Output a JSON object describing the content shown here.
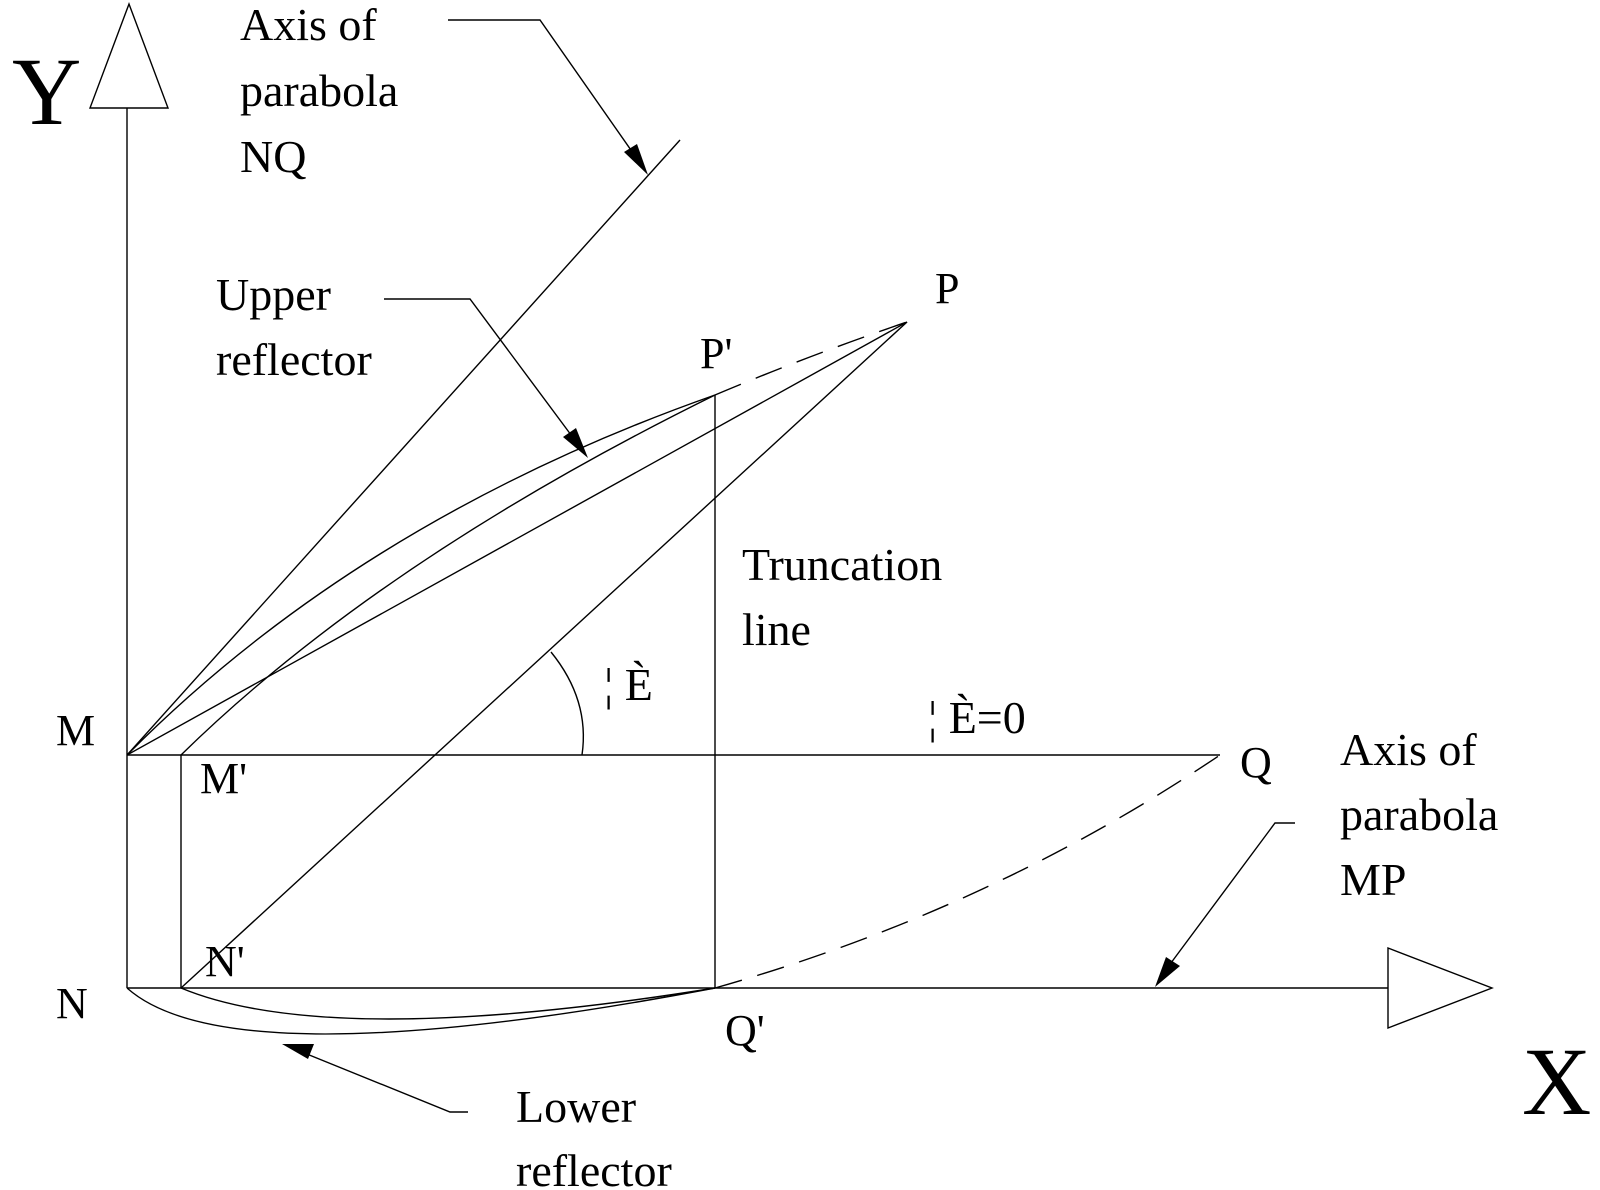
{
  "axes": {
    "y_label": "Y",
    "x_label": "X"
  },
  "points": {
    "M": "M",
    "M_prime": "M'",
    "N": "N",
    "N_prime": "N'",
    "P": "P",
    "P_prime": "P'",
    "Q": "Q",
    "Q_prime": "Q'"
  },
  "labels": {
    "axis_nq": [
      "Axis of",
      "parabola",
      "NQ"
    ],
    "upper_reflector": [
      "Upper",
      "reflector"
    ],
    "truncation_line": [
      "Truncation",
      "line"
    ],
    "axis_mp": [
      "Axis of",
      "parabola",
      "MP"
    ],
    "lower_reflector": [
      "Lower",
      "reflector"
    ],
    "theta_angle": "¦ È",
    "theta_zero": "¦ È=0"
  }
}
